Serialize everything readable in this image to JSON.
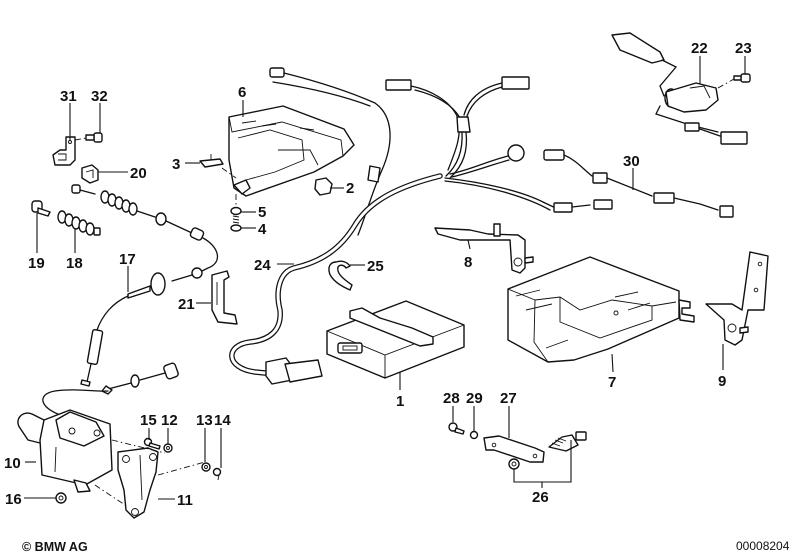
{
  "diagram": {
    "title": "Exploded parts diagram",
    "copyright": "© BMW AG",
    "diagram_number": "00008204",
    "callouts": [
      {
        "id": "1",
        "part": "control-unit"
      },
      {
        "id": "2",
        "part": "clip-nut"
      },
      {
        "id": "3",
        "part": "clip"
      },
      {
        "id": "4",
        "part": "screw"
      },
      {
        "id": "5",
        "part": "washer"
      },
      {
        "id": "6",
        "part": "holder-bracket"
      },
      {
        "id": "7",
        "part": "control-unit-carrier"
      },
      {
        "id": "8",
        "part": "bracket"
      },
      {
        "id": "9",
        "part": "bracket"
      },
      {
        "id": "10",
        "part": "actuator"
      },
      {
        "id": "11",
        "part": "actuator-bracket"
      },
      {
        "id": "12",
        "part": "washer"
      },
      {
        "id": "13",
        "part": "nut"
      },
      {
        "id": "14",
        "part": "washer"
      },
      {
        "id": "15",
        "part": "bolt"
      },
      {
        "id": "16",
        "part": "nut"
      },
      {
        "id": "17",
        "part": "cable"
      },
      {
        "id": "18",
        "part": "spring"
      },
      {
        "id": "19",
        "part": "bolt"
      },
      {
        "id": "20",
        "part": "clip"
      },
      {
        "id": "21",
        "part": "bracket"
      },
      {
        "id": "22",
        "part": "switch"
      },
      {
        "id": "23",
        "part": "screw"
      },
      {
        "id": "24",
        "part": "wiring-harness"
      },
      {
        "id": "25",
        "part": "cable-clip"
      },
      {
        "id": "26",
        "part": "switch-with-nut"
      },
      {
        "id": "27",
        "part": "bracket"
      },
      {
        "id": "28",
        "part": "bolt"
      },
      {
        "id": "29",
        "part": "washer"
      },
      {
        "id": "30",
        "part": "lead"
      },
      {
        "id": "31",
        "part": "bracket"
      },
      {
        "id": "32",
        "part": "screw"
      }
    ]
  }
}
